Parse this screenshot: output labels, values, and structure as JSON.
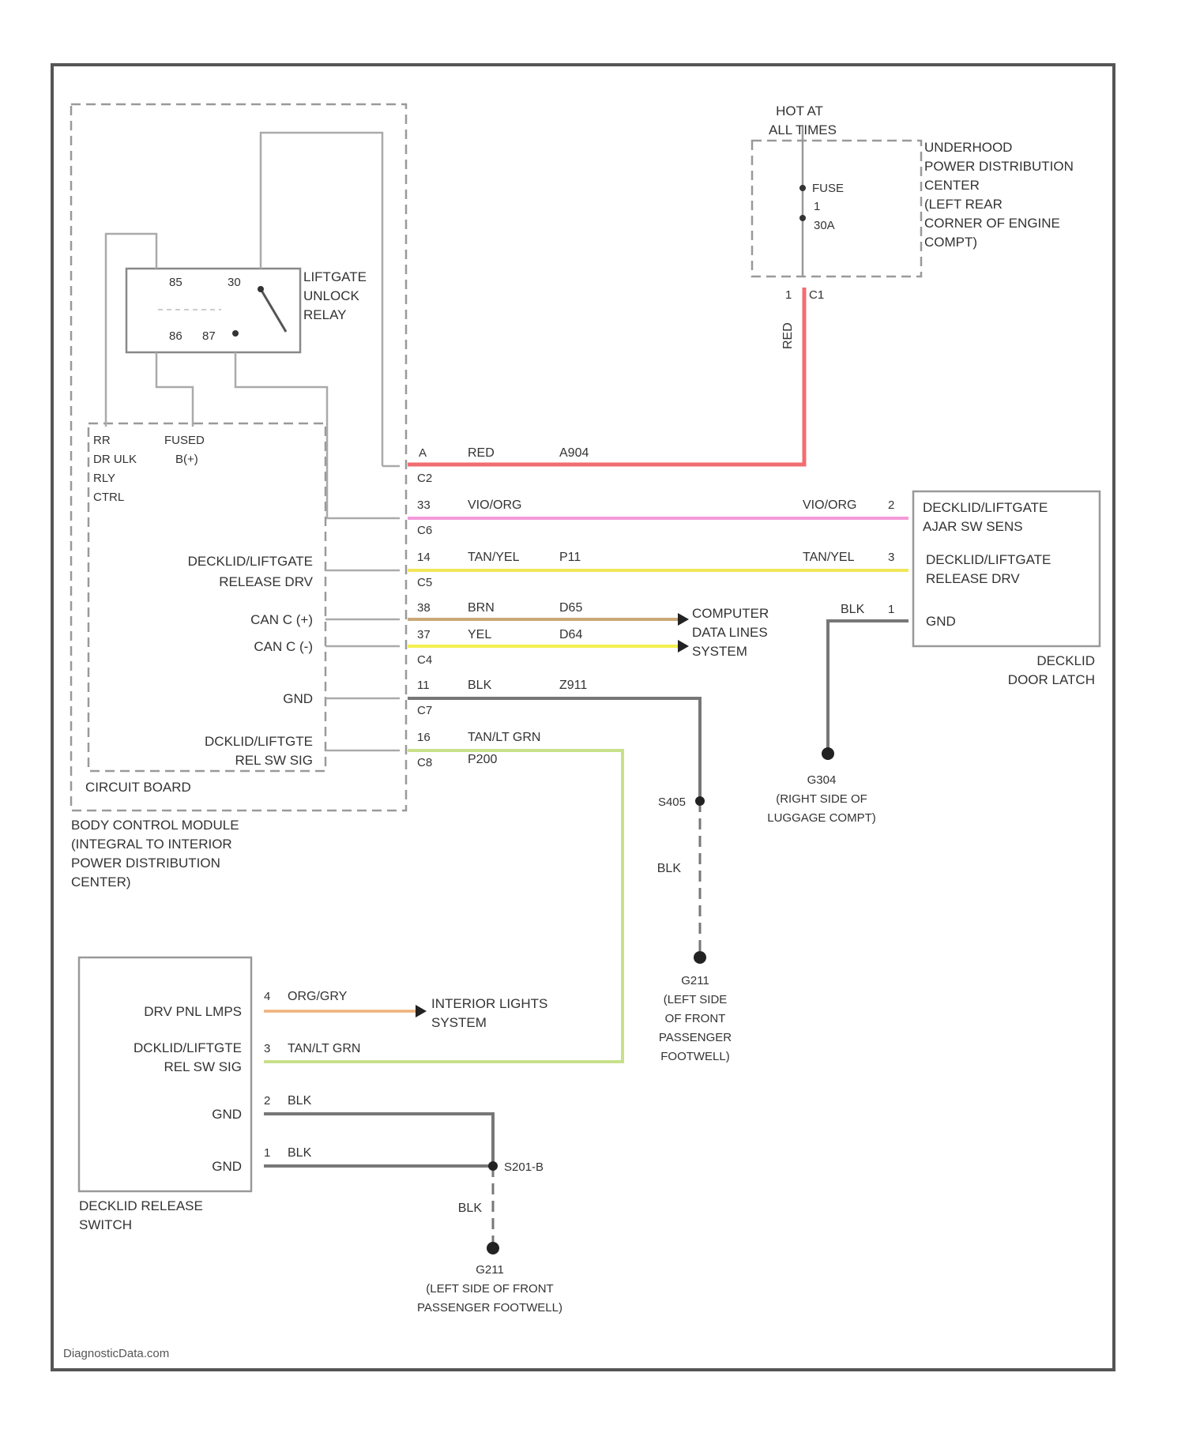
{
  "diagram": {
    "footer": "DiagnosticData.com"
  },
  "components": {
    "relay": {
      "label_lines": [
        "LIFTGATE",
        "UNLOCK",
        "RELAY"
      ],
      "pins": {
        "p85": "85",
        "p30": "30",
        "p86": "86",
        "p87": "87"
      }
    },
    "bcm_circuit_board": {
      "label": "CIRCUIT BOARD",
      "rr_dr_lbl": [
        "RR",
        "DR ULK",
        "RLY",
        "CTRL"
      ],
      "fused_lbl": [
        "FUSED",
        "B(+)"
      ],
      "pin_labels": {
        "release_drv": [
          "DECKLID/LIFTGATE",
          "RELEASE DRV"
        ],
        "can_c_plus": "CAN C (+)",
        "can_c_minus": "CAN C (-)",
        "gnd": "GND",
        "rel_sw_sig": [
          "DCKLID/LIFTGTE",
          "REL SW SIG"
        ]
      }
    },
    "bcm": {
      "label_lines": [
        "BODY CONTROL MODULE",
        "(INTEGRAL TO INTERIOR",
        "POWER DISTRIBUTION",
        "CENTER)"
      ]
    },
    "hot_at_all_times": [
      "HOT AT",
      "ALL TIMES"
    ],
    "fuse": {
      "name": "FUSE",
      "number": "1",
      "rating": "30A"
    },
    "updc": {
      "label_lines": [
        "UNDERHOOD",
        "POWER DISTRIBUTION",
        "CENTER",
        "(LEFT REAR",
        "CORNER OF ENGINE",
        "COMPT)"
      ]
    },
    "updc_connector": "C1",
    "updc_pin": "1",
    "door_latch": {
      "pin_labels": {
        "ajar_sw": [
          "DECKLID/LIFTGATE",
          "AJAR SW SENS"
        ],
        "release_drv": [
          "DECKLID/LIFTGATE",
          "RELEASE DRV"
        ],
        "gnd": "GND"
      },
      "label_lines": [
        "DECKLID",
        "DOOR LATCH"
      ]
    },
    "computer_data_lines": [
      "COMPUTER",
      "DATA LINES",
      "SYSTEM"
    ],
    "interior_lights": [
      "INTERIOR LIGHTS",
      "SYSTEM"
    ],
    "release_switch": {
      "pin_labels": {
        "pnl_lamps": "DRV PNL LMPS",
        "rel_sw_sig": [
          "DCKLID/LIFTGTE",
          "REL SW SIG"
        ],
        "gnd1": "GND",
        "gnd2": "GND"
      },
      "label_lines": [
        "DECKLID RELEASE",
        "SWITCH"
      ]
    }
  },
  "wires": {
    "red": {
      "pin": "A",
      "color": "RED",
      "circuit": "A904",
      "connector": "C2",
      "swatch": "#f26d72",
      "vertical_color": "RED"
    },
    "viol": {
      "pin": "33",
      "color": "VIO/ORG",
      "circuit": "",
      "connector": "C6",
      "end_color": "VIO/ORG",
      "end_pin": "2",
      "swatch": "#f39ad9"
    },
    "tan": {
      "pin": "14",
      "color": "TAN/YEL",
      "circuit": "P11",
      "connector": "C5",
      "end_color": "TAN/YEL",
      "end_pin": "3",
      "swatch": "#f2e65a"
    },
    "brn": {
      "pin": "38",
      "color": "BRN",
      "circuit": "D65",
      "swatch": "#c9a878"
    },
    "yel": {
      "pin": "37",
      "color": "YEL",
      "circuit": "D64",
      "connector": "C4",
      "swatch": "#f3f04e"
    },
    "blk_bcm": {
      "pin": "11",
      "color": "BLK",
      "circuit": "Z911",
      "connector": "C7",
      "swatch": "#777777"
    },
    "tan_grn": {
      "pin": "16",
      "color": "TAN/LT GRN",
      "circuit": "P200",
      "connector": "C8",
      "swatch": "#c9e08b"
    },
    "blk_latch": {
      "color": "BLK",
      "pin": "1"
    },
    "org": {
      "pin": "4",
      "color": "ORG/GRY",
      "swatch": "#f0b07a"
    },
    "tan_grn_sw": {
      "pin": "3",
      "color": "TAN/LT GRN"
    },
    "blk_sw_gnd1": {
      "pin": "2",
      "color": "BLK"
    },
    "blk_sw_gnd2": {
      "pin": "1",
      "color": "BLK"
    }
  },
  "grounds": {
    "s405": "S405",
    "s405_color": "BLK",
    "g211_upper": [
      "G211",
      "(LEFT SIDE",
      "OF FRONT",
      "PASSENGER",
      "FOOTWELL)"
    ],
    "g304": [
      "G304",
      "(RIGHT SIDE OF",
      "LUGGAGE COMPT)"
    ],
    "s201": "S201-B",
    "s201_color": "BLK",
    "g211_lower": [
      "G211",
      "(LEFT SIDE OF FRONT",
      "PASSENGER FOOTWELL)"
    ]
  }
}
